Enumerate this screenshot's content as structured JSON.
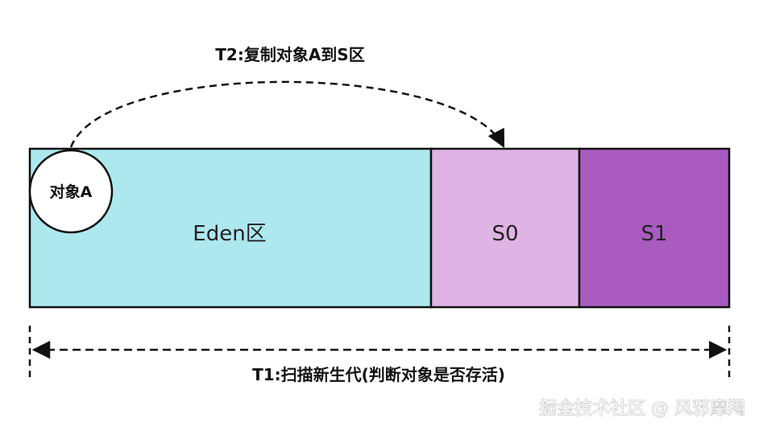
{
  "step_copy": "T2:复制对象A到S区",
  "step_scan": "T1:扫描新生代(判断对象是否存活)",
  "object": {
    "label": "对象A"
  },
  "regions": [
    {
      "id": "eden",
      "label": "Eden区",
      "color": "#ade8ef"
    },
    {
      "id": "s0",
      "label": "S0",
      "color": "#dfb3e3"
    },
    {
      "id": "s1",
      "label": "S1",
      "color": "#a95bbf"
    }
  ],
  "watermark": "掘金技术社区 @ 风邪靡羯"
}
